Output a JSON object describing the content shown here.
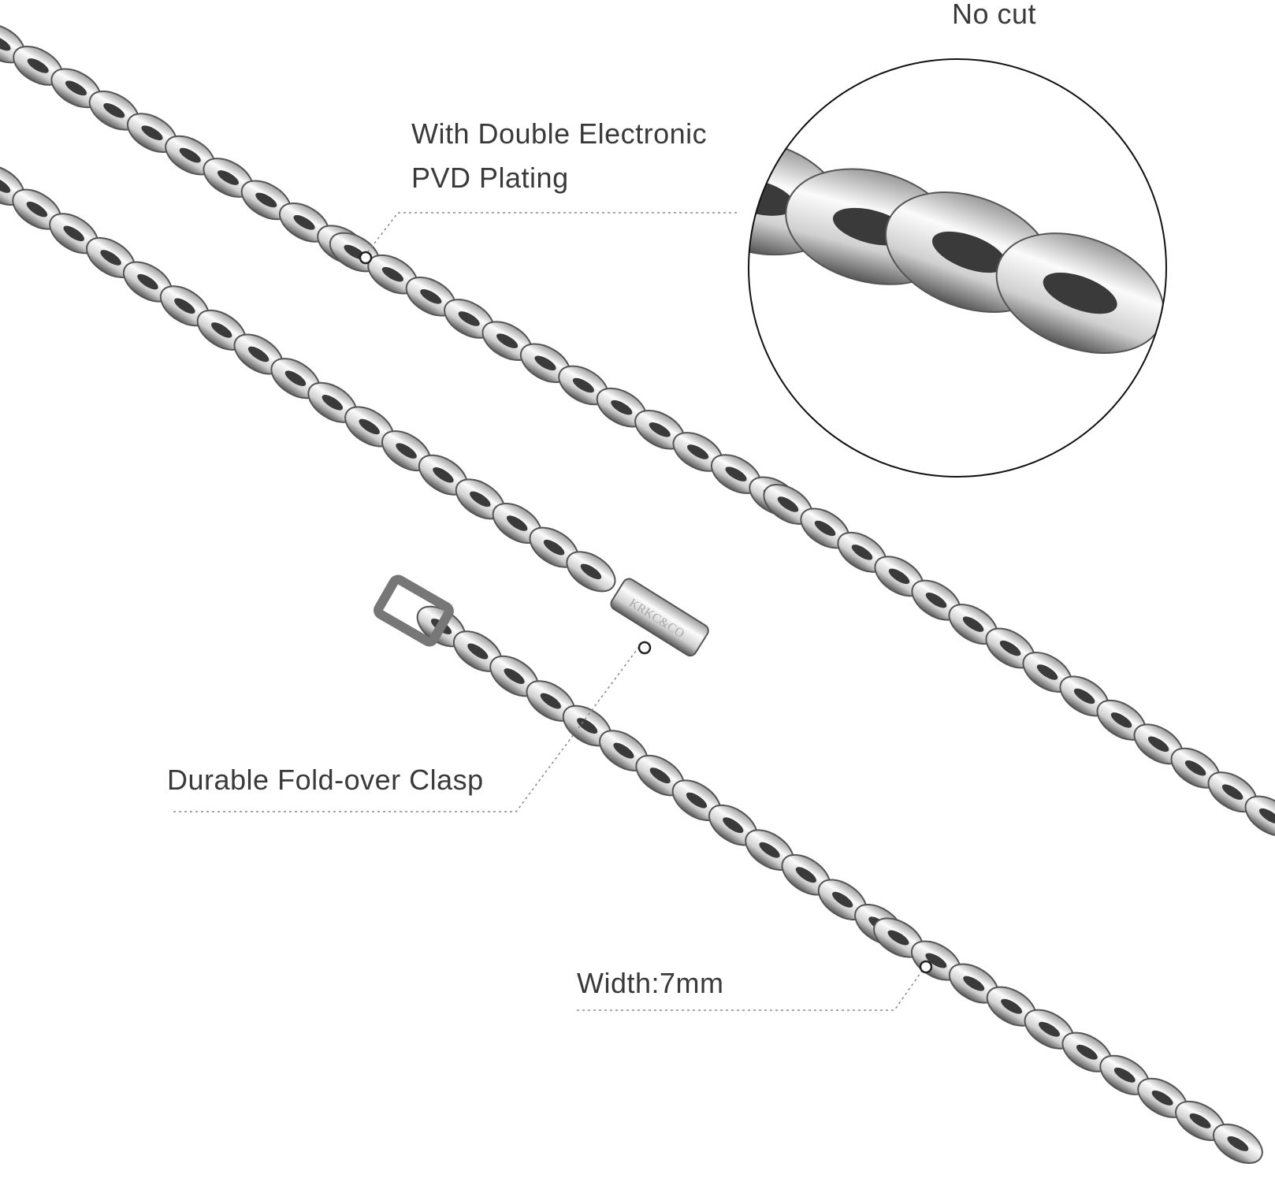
{
  "labels": {
    "no_cut": "No cut",
    "plating_line1": "With Double Electronic",
    "plating_line2": "PVD Plating",
    "clasp": "Durable Fold-over Clasp",
    "width": "Width:7mm"
  },
  "clasp_engraving": "KRKC&CO",
  "colors": {
    "metal_light": "#f4f4f4",
    "metal_mid": "#bdbdbd",
    "metal_dark": "#444444",
    "text": "#3a3a3a"
  }
}
